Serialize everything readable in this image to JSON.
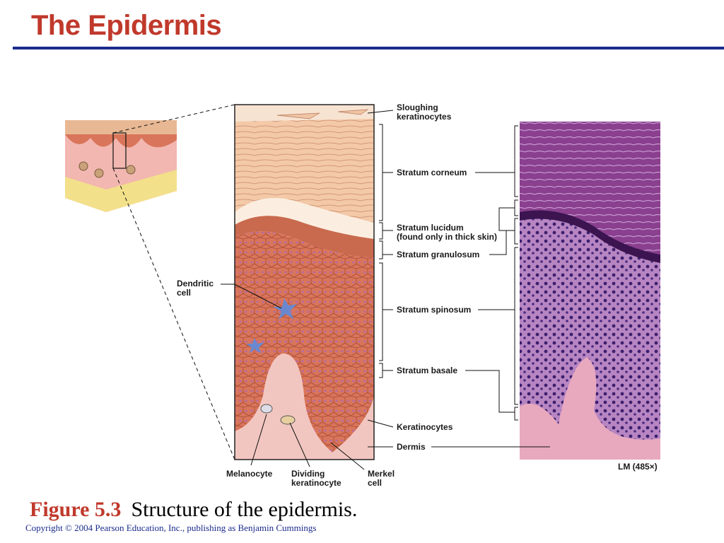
{
  "slide": {
    "title": "The Epidermis"
  },
  "labels": {
    "sloughing_1": "Sloughing",
    "sloughing_2": "keratinocytes",
    "corneum": "Stratum corneum",
    "lucidum_1": "Stratum lucidum",
    "lucidum_2": "(found only in thick skin)",
    "granulosum": "Stratum granulosum",
    "spinosum": "Stratum spinosum",
    "basale": "Stratum basale",
    "keratinocytes": "Keratinocytes",
    "dermis": "Dermis",
    "dendritic_1": "Dendritic",
    "dendritic_2": "cell",
    "melanocyte": "Melanocyte",
    "dividing_1": "Dividing",
    "dividing_2": "keratinocyte",
    "merkel_1": "Merkel",
    "merkel_2": "cell",
    "magnification": "LM (485×)"
  },
  "caption": {
    "figure_number": "Figure 5.3",
    "text": "Structure of the epidermis."
  },
  "copyright": "Copyright © 2004 Pearson Education, Inc., publishing as Benjamin Cummings",
  "colors": {
    "title": "#c0392b",
    "rule": "#1a2a8c",
    "corneum": "#f3c9a8",
    "spinosum": "#d9755a",
    "dermis": "#f2c6c0",
    "micrograph": "#8a3f8f"
  }
}
